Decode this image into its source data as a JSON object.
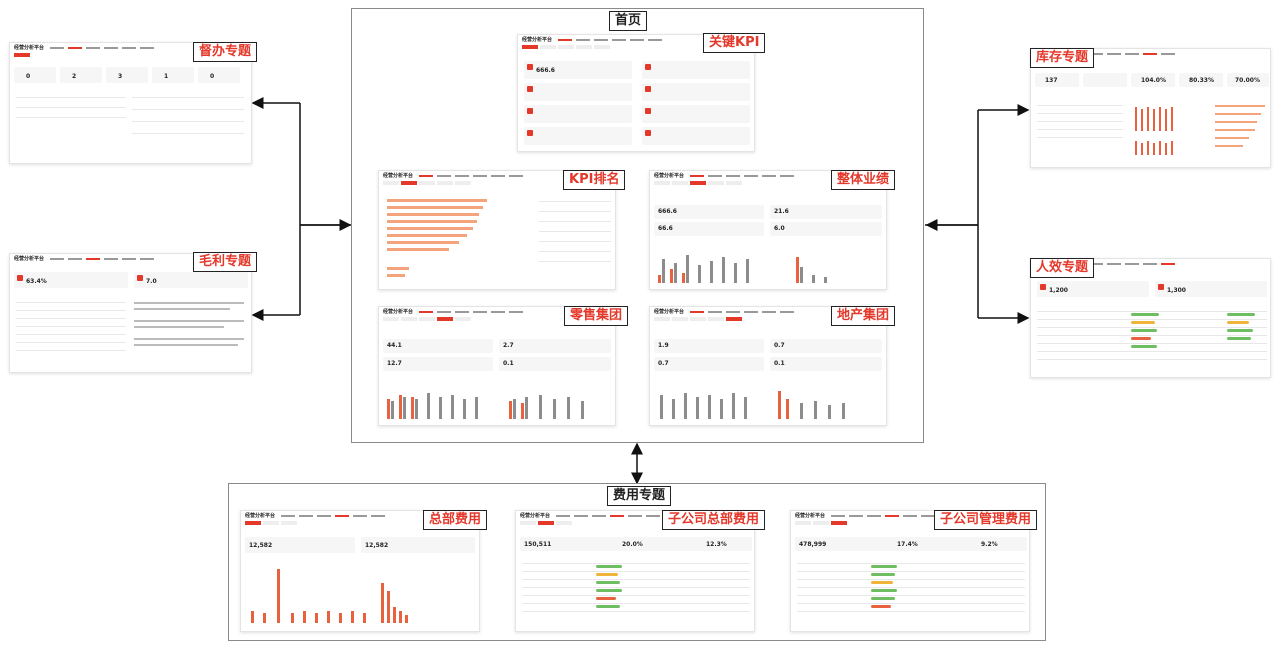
{
  "labels": {
    "home": "首页",
    "kpi_key": "关键KPI",
    "kpi_rank": "KPI排名",
    "overall": "整体业绩",
    "retail": "零售集团",
    "property": "地产集团",
    "supervise": "督办专题",
    "margin": "毛利专题",
    "inventory": "库存专题",
    "efficiency": "人效专题",
    "expense": "费用专题",
    "hq_expense": "总部费用",
    "sub_hq_expense": "子公司总部费用",
    "sub_mgmt_expense": "子公司管理费用"
  },
  "dashboard": {
    "logo": "经营分析平台"
  },
  "kpi_values": {
    "sales_revenue": "666.6",
    "gross_margin": "63.4%",
    "margin_value": "7.0",
    "inventory_1": "137",
    "inventory_2": "104.0%",
    "inventory_3": "80.33%",
    "inventory_4": "70.00%",
    "staff_1": "1,200",
    "staff_2": "1,300",
    "expense_1": "12,582",
    "expense_2": "12,582",
    "sub_expense_1": "150,511",
    "sub_expense_2": "20.0%",
    "sub_expense_3": "12.3%",
    "mgmt_expense_1": "478,999",
    "mgmt_expense_2": "17.4%",
    "mgmt_expense_3": "9.2%",
    "overall_1": "666.6",
    "overall_2": "66.6",
    "overall_3": "21.6",
    "overall_4": "6.0",
    "retail_1": "44.1",
    "retail_2": "12.7",
    "retail_3": "2.7",
    "retail_4": "0.1",
    "property_1": "1.9",
    "property_2": "0.7",
    "property_3": "0.1",
    "supervise_1": "0",
    "supervise_2": "2",
    "supervise_3": "3",
    "supervise_4": "1",
    "supervise_5": "0"
  },
  "colors": {
    "accent": "#e4382a",
    "bar_secondary": "#8c8c8c",
    "frame": "#8a8a8a"
  }
}
